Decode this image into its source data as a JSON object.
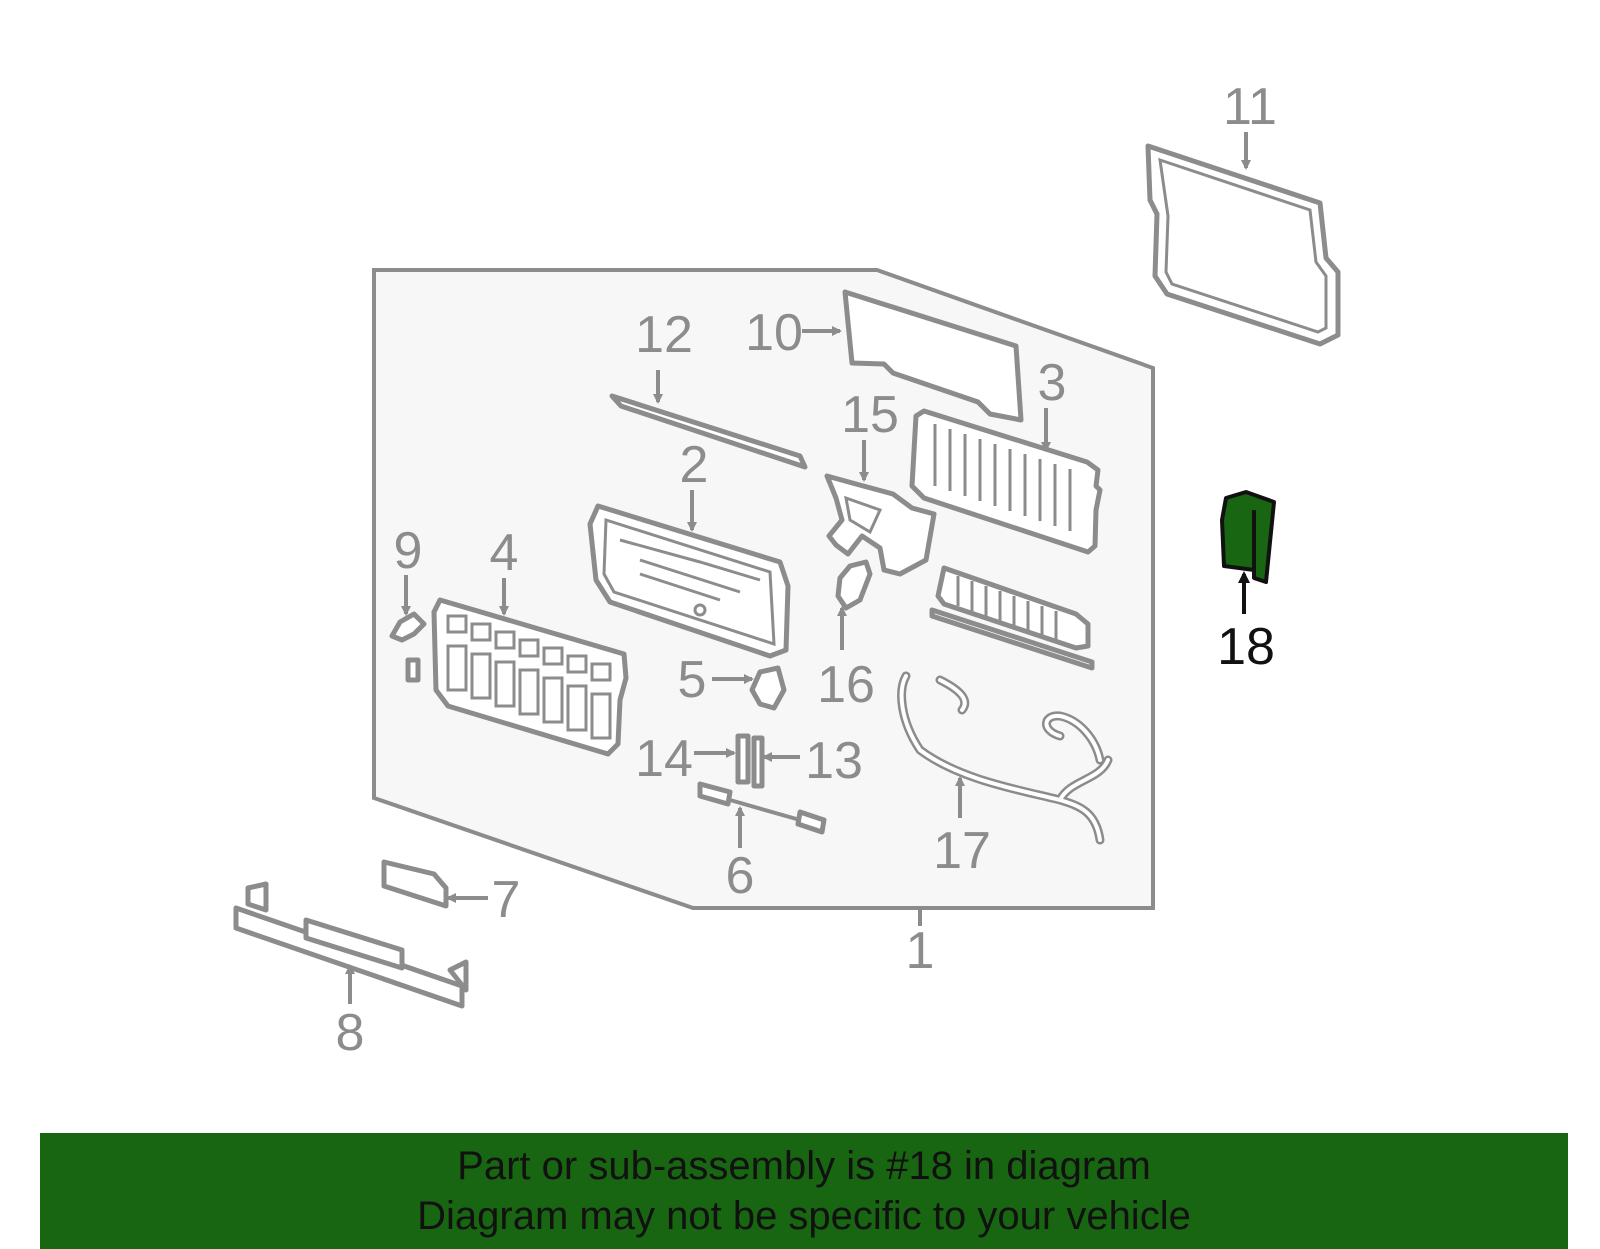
{
  "diagram": {
    "callouts": [
      "1",
      "2",
      "3",
      "4",
      "5",
      "6",
      "7",
      "8",
      "9",
      "10",
      "11",
      "12",
      "13",
      "14",
      "15",
      "16",
      "17",
      "18"
    ],
    "highlighted_callout": "18",
    "colors": {
      "highlight": "#186611",
      "line": "#8c8c8c",
      "panel": "#f7f7f7",
      "text_dark": "#111111"
    }
  },
  "banner": {
    "line1": "Part or sub-assembly is #18 in diagram",
    "line2": "Diagram may not be specific to your vehicle"
  }
}
